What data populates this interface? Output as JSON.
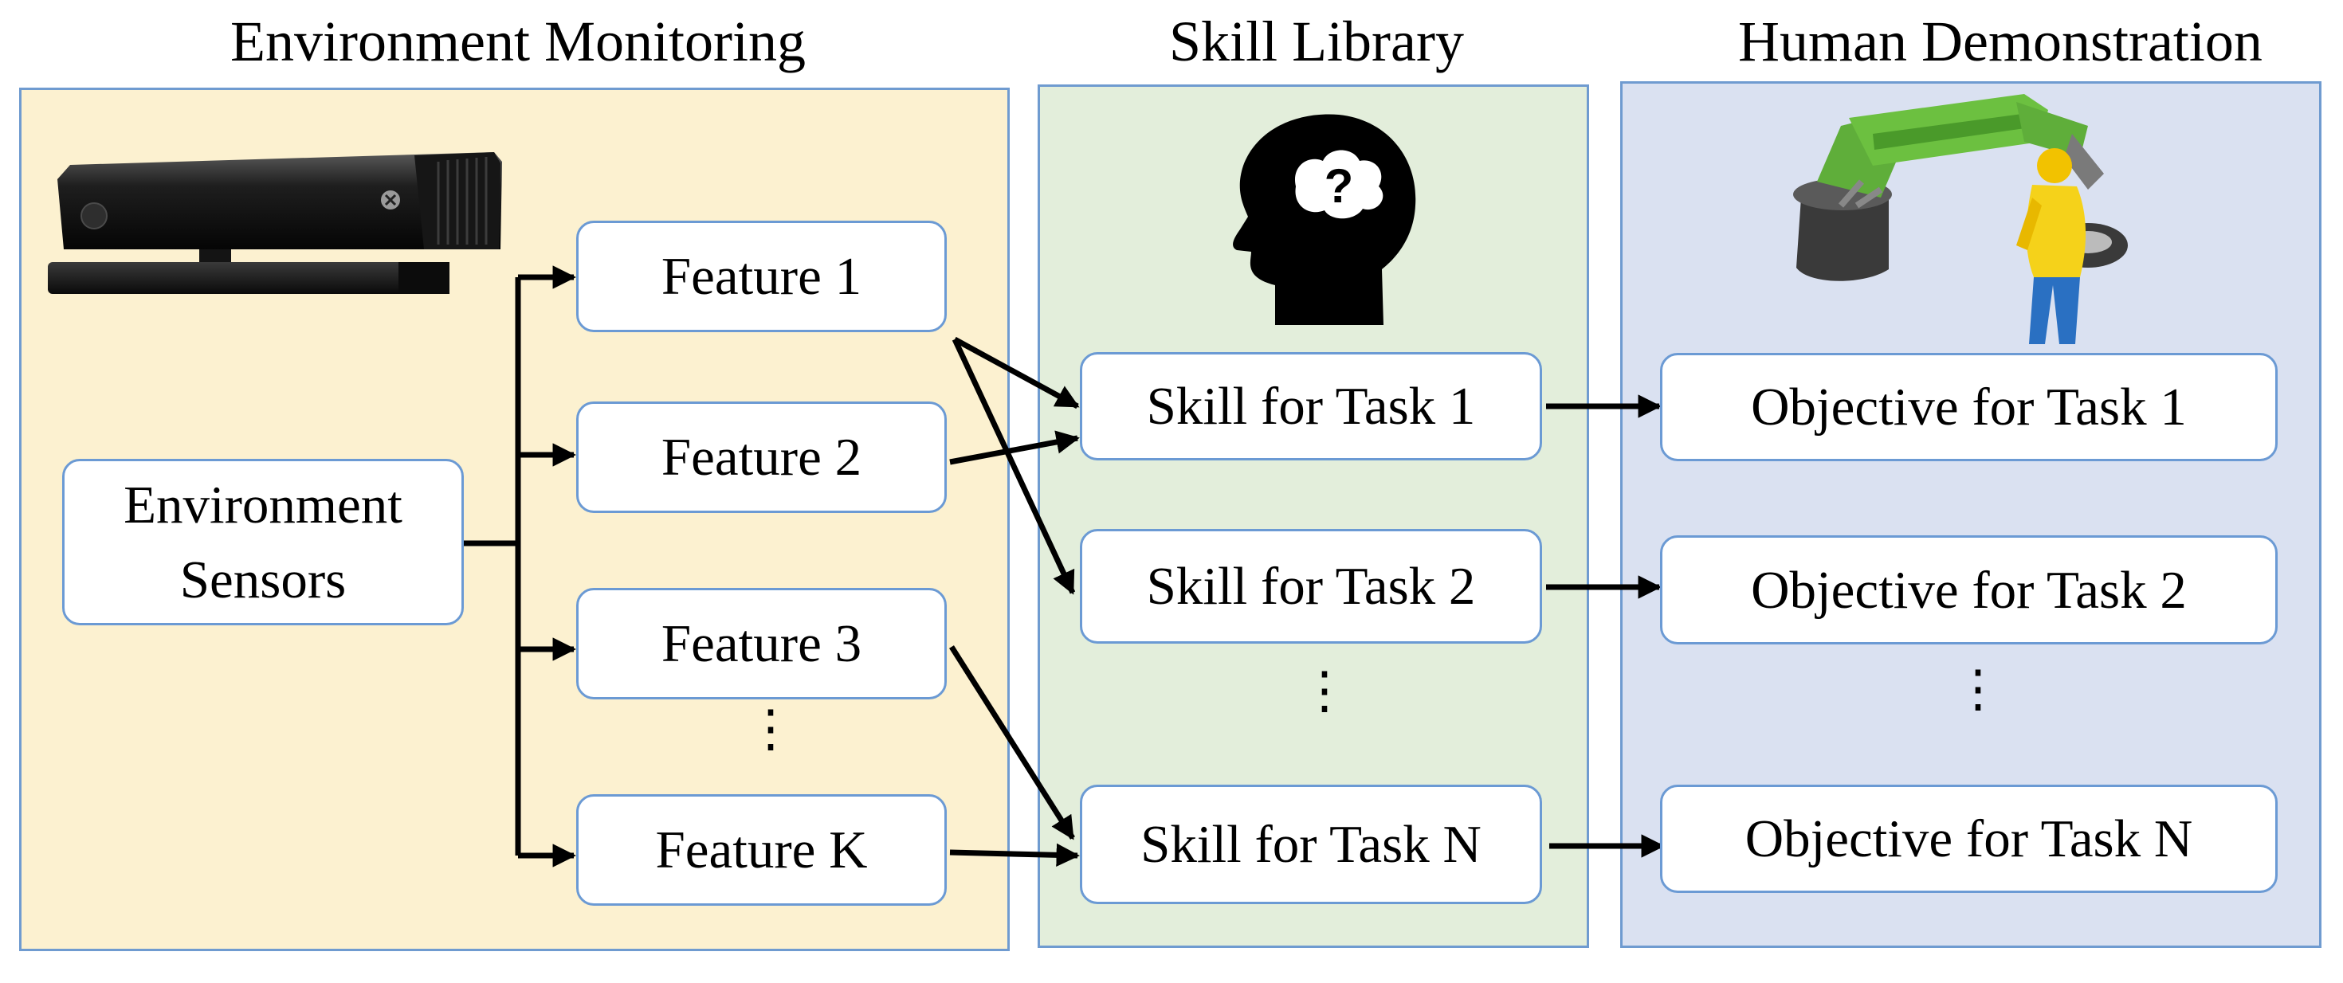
{
  "sections": {
    "environment_monitoring": "Environment Monitoring",
    "skill_library": "Skill Library",
    "human_demonstration": "Human Demonstration"
  },
  "sensor": {
    "line1": "Environment",
    "line2": "Sensors"
  },
  "features": [
    "Feature 1",
    "Feature 2",
    "Feature 3",
    "Feature K"
  ],
  "skills": [
    "Skill for Task 1",
    "Skill for Task 2",
    "Skill for Task N"
  ],
  "objectives": [
    "Objective for Task 1",
    "Objective for Task 2",
    "Objective for Task N"
  ],
  "colors": {
    "panel_env": "#fcf1d0",
    "panel_skill": "#e3eedb",
    "panel_human": "#dae1f1",
    "border": "#6f9bd0"
  },
  "icons": {
    "sensor_device": "kinect-sensor-icon",
    "head": "head-question-icon",
    "robot": "robot-human-icon"
  }
}
